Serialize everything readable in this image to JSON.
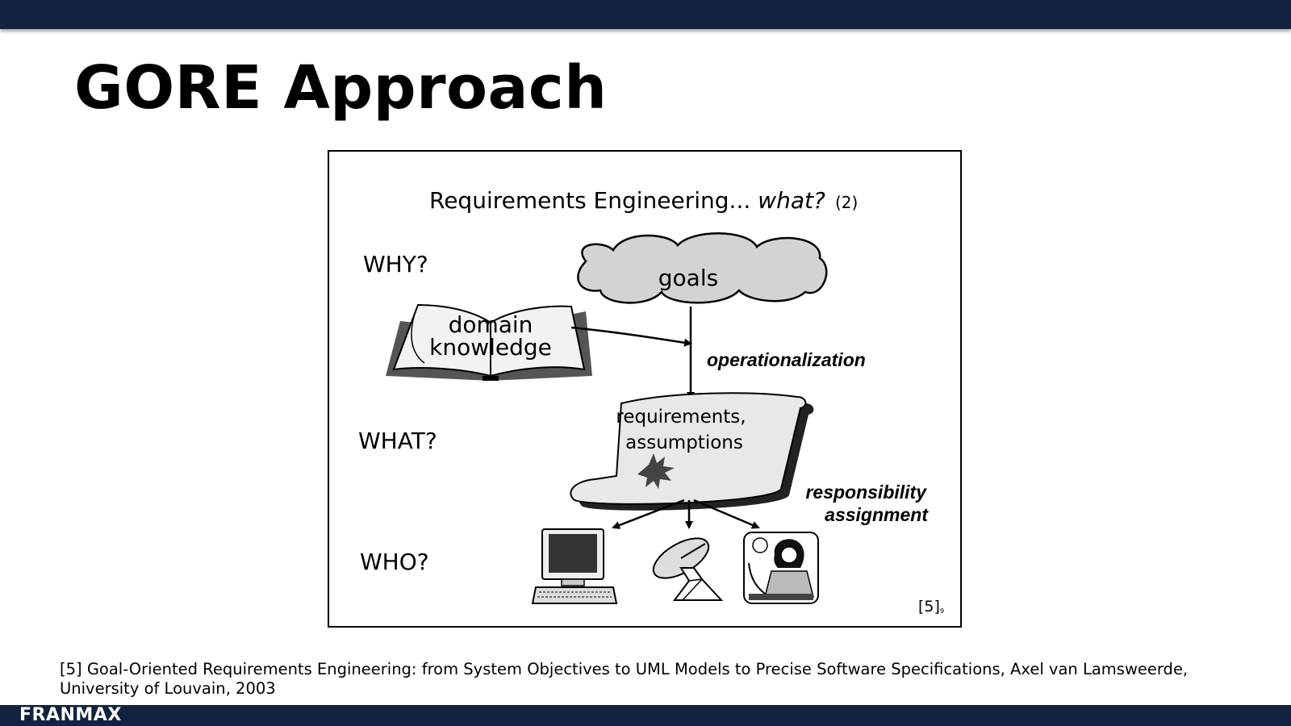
{
  "slide": {
    "title": "GORE Approach",
    "citation": "[5] Goal-Oriented Requirements Engineering: from System Objectives to UML Models to Precise Software Specifications, Axel van Lamsweerde, University of Louvain, 2003",
    "footer_brand": "FRANMAX"
  },
  "diagram": {
    "heading_main": "Requirements Engineering... ",
    "heading_italic": "what?",
    "heading_number": "(2)",
    "why_label": "WHY?",
    "what_label": "WHAT?",
    "who_label": "WHO?",
    "goals_label": "goals",
    "domain_line1": "domain",
    "domain_line2": "knowledge",
    "operationalization_label": "operationalization",
    "requirements_line1": "requirements,",
    "requirements_line2": "assumptions",
    "responsibility_line1": "responsibility",
    "responsibility_line2": "assignment",
    "reference_tag": "[5]",
    "page_mark": "9",
    "icons": [
      "open-book-icon",
      "cloud-icon",
      "scroll-icon",
      "computer-icon",
      "satellite-dish-icon",
      "person-at-desk-icon"
    ]
  },
  "colors": {
    "header_bar": "#12233f",
    "footer_bar": "#12233f",
    "cloud_fill": "#d3d3d3",
    "scroll_fill": "#e8e8e8"
  }
}
